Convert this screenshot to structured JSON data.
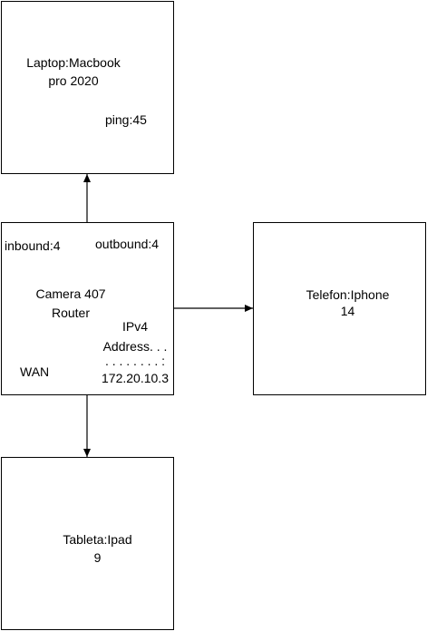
{
  "laptop": {
    "line1": "Laptop:Macbook",
    "line2": "pro 2020",
    "ping": "ping:45"
  },
  "router": {
    "inbound": "inbound:4",
    "outbound": "outbound:4",
    "line1": "Camera 407",
    "line2": "Router",
    "ipv4_line1": "IPv4",
    "ipv4_line2": "Address. . .",
    "ipv4_line3": ". . . . . . . . :",
    "ipv4_line4": "172.20.10.3",
    "wan": "WAN"
  },
  "phone": {
    "line1": "Telefon:Iphone",
    "line2": "14"
  },
  "tablet": {
    "line1": "Tableta:Ipad",
    "line2": "9"
  },
  "colors": {
    "stroke": "#000000",
    "background": "#ffffff"
  }
}
